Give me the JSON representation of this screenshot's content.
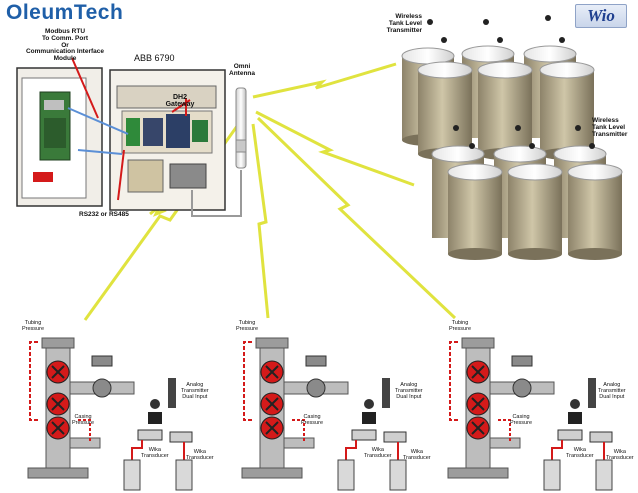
{
  "brand": {
    "name": "OleumTech",
    "logo_text": "Wio"
  },
  "controller": {
    "name": "ABB 6790",
    "modbus_label": [
      "Modbus RTU",
      "To Comm. Port",
      "Or",
      "Communication Interface",
      "Module"
    ],
    "gateway_label": [
      "DH2",
      "Gateway"
    ],
    "serial_label": "RS232 or RS485"
  },
  "antenna": {
    "label": [
      "Omni",
      "Antenna"
    ]
  },
  "tank_groups": [
    {
      "label": [
        "Wireless",
        "Tank Level",
        "Transmitter"
      ]
    },
    {
      "label": [
        "Wireless",
        "Tank Level",
        "Transmitter"
      ]
    }
  ],
  "wellheads": [
    {
      "tubing": [
        "Tubing",
        "Pressure"
      ],
      "casing": [
        "Casing",
        "Pressure"
      ],
      "analog": [
        "Analog",
        "Transmitter",
        "Dual Input"
      ],
      "wika1": [
        "Wika",
        "Transducer"
      ],
      "wika2": [
        "Wika",
        "Transducer"
      ]
    },
    {
      "tubing": [
        "Tubing",
        "Pressure"
      ],
      "casing": [
        "Casing",
        "Pressure"
      ],
      "analog": [
        "Analog",
        "Transmitter",
        "Dual Input"
      ],
      "wika1": [
        "Wika",
        "Transducer"
      ],
      "wika2": [
        "Wika",
        "Transducer"
      ]
    },
    {
      "tubing": [
        "Tubing",
        "Pressure"
      ],
      "casing": [
        "Casing",
        "Pressure"
      ],
      "analog": [
        "Analog",
        "Transmitter",
        "Dual Input"
      ],
      "wika1": [
        "Wika",
        "Transducer"
      ],
      "wika2": [
        "Wika",
        "Transducer"
      ]
    }
  ],
  "colors": {
    "brand": "#1f5fa8",
    "link": "#e3e64a",
    "red_wire": "#d41a1a",
    "tank": "#a59a78"
  }
}
